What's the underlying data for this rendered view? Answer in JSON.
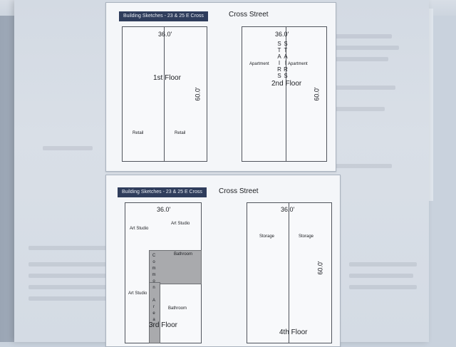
{
  "sheet_top": {
    "title": "Building Sketches - 23 & 25 E Cross",
    "street": "Cross Street",
    "floor1": {
      "width": "36.0'",
      "depth": "60.0'",
      "label": "1st Floor",
      "rooms": [
        "Retail",
        "Retail"
      ]
    },
    "floor2": {
      "width": "36.0'",
      "depth": "60.0'",
      "label": "2nd Floor",
      "rooms": [
        "Apartment",
        "Apartment"
      ],
      "stairs_left": [
        "S",
        "T",
        "A",
        "I",
        "R",
        "S"
      ],
      "stairs_right": [
        "S",
        "T",
        "A",
        "I",
        "R",
        "S"
      ]
    }
  },
  "sheet_bottom": {
    "title": "Building Sketches - 23 & 25 E Cross",
    "street": "Cross Street",
    "floor3": {
      "width": "36.0'",
      "label": "3rd Floor",
      "rooms": [
        "Art Studio",
        "Art Studio",
        "Art Studio",
        "Bathroom",
        "Bathroom"
      ],
      "common_letters": [
        "C",
        "o",
        "m",
        "m",
        "o",
        "n",
        "",
        "A",
        "r",
        "e",
        "a"
      ]
    },
    "floor4": {
      "width": "36.0'",
      "depth": "60.0'",
      "label": "4th Floor",
      "rooms": [
        "Storage",
        "Storage"
      ]
    }
  },
  "colors": {
    "title_bar": "#2f3d5c",
    "common_area": "#a9aaad"
  }
}
